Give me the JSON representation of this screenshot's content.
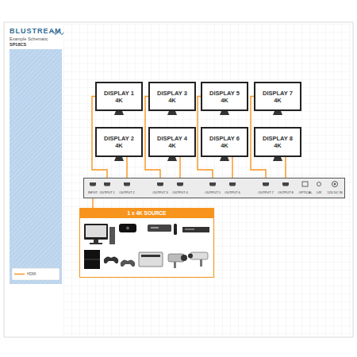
{
  "diagram": {
    "title": "Example Schematic",
    "nodes": [
      {
        "text": [
          "DISPLAY 1",
          "4K"
        ]
      },
      {
        "text": [
          "DISPLAY 3",
          "4K"
        ]
      },
      {
        "text": [
          "DISPLAY 5",
          "4K"
        ]
      },
      {
        "text": [
          "DISPLAY 7",
          "4K"
        ]
      },
      {
        "text": [
          "DISPLAY 2",
          "4K"
        ]
      },
      {
        "text": [
          "DISPLAY 4",
          "4K"
        ]
      },
      {
        "text": [
          "DISPLAY 6",
          "4K"
        ]
      },
      {
        "text": [
          "DISPLAY 8",
          "4K"
        ]
      },
      {
        "text": [
          "INPUT",
          "OUTPUT 1",
          "OUTPUT 2",
          "OUTPUT 3",
          "OUTPUT 4",
          "OUTPUT 5",
          "OUTPUT 6",
          "OUTPUT 7",
          "OUTPUT 8",
          "OPTICAL",
          "L/R",
          "12V DC IN"
        ]
      },
      {
        "text": [
          "1 x 4K SOURCE"
        ]
      }
    ],
    "edges": [
      {
        "from": 8,
        "to": 0,
        "arrow": "none"
      },
      {
        "from": 8,
        "to": 4,
        "arrow": "none"
      },
      {
        "from": 8,
        "to": 1,
        "arrow": "none"
      },
      {
        "from": 8,
        "to": 5,
        "arrow": "none"
      },
      {
        "from": 8,
        "to": 2,
        "arrow": "none"
      },
      {
        "from": 8,
        "to": 6,
        "arrow": "none"
      },
      {
        "from": 8,
        "to": 3,
        "arrow": "none"
      },
      {
        "from": 8,
        "to": 7,
        "arrow": "none"
      },
      {
        "from": 9,
        "to": 8,
        "arrow": "none"
      }
    ],
    "labels": [
      "BLUSTREAM",
      "SP18CS"
    ],
    "legend": [
      {
        "text": "HDMI"
      }
    ]
  }
}
